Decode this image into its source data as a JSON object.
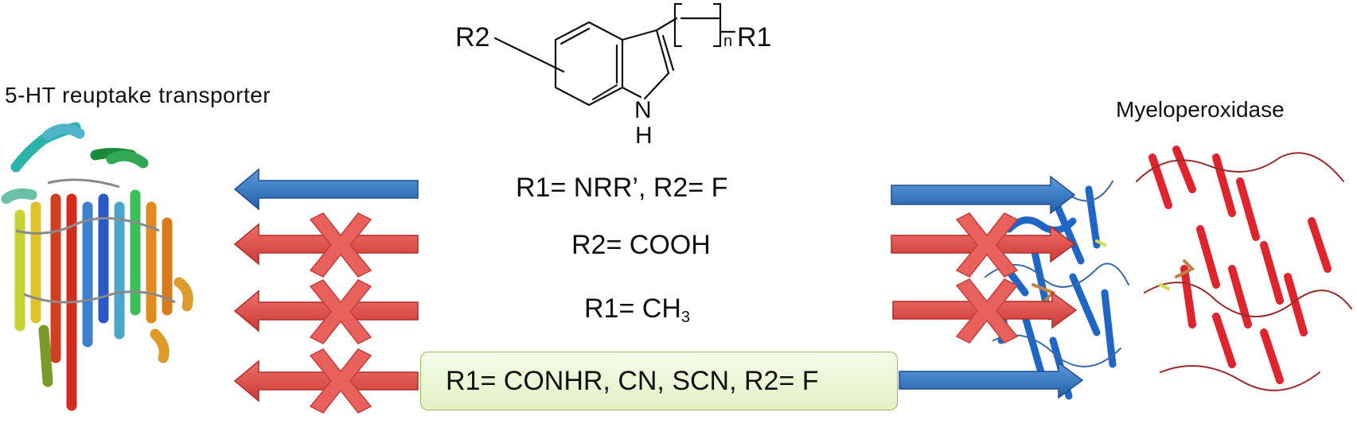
{
  "labels": {
    "left_target": "5-HT reuptake transporter",
    "right_target": "Myeloperoxidase"
  },
  "structure": {
    "r2": "R2",
    "r1": "R1",
    "n": "n",
    "nh_n": "N",
    "nh_h": "H"
  },
  "rows": [
    {
      "text": "R1= NRR’,     R2= F",
      "left_effect": "active",
      "right_effect": "active"
    },
    {
      "text": "R2= COOH",
      "left_effect": "blocked",
      "right_effect": "blocked"
    },
    {
      "text_main": "R1= CH",
      "text_sub": "3",
      "left_effect": "blocked",
      "right_effect": "blocked"
    },
    {
      "text": "R1= CONHR, CN, SCN,     R2= F",
      "left_effect": "blocked",
      "right_effect": "active",
      "highlighted": true
    }
  ],
  "colors": {
    "active_arrow": "#2e75b6",
    "blocked_arrow": "#e0524c",
    "cross": "#e8615c",
    "highlight_fill": "#eaf4d3",
    "highlight_border": "#9bbb59"
  }
}
